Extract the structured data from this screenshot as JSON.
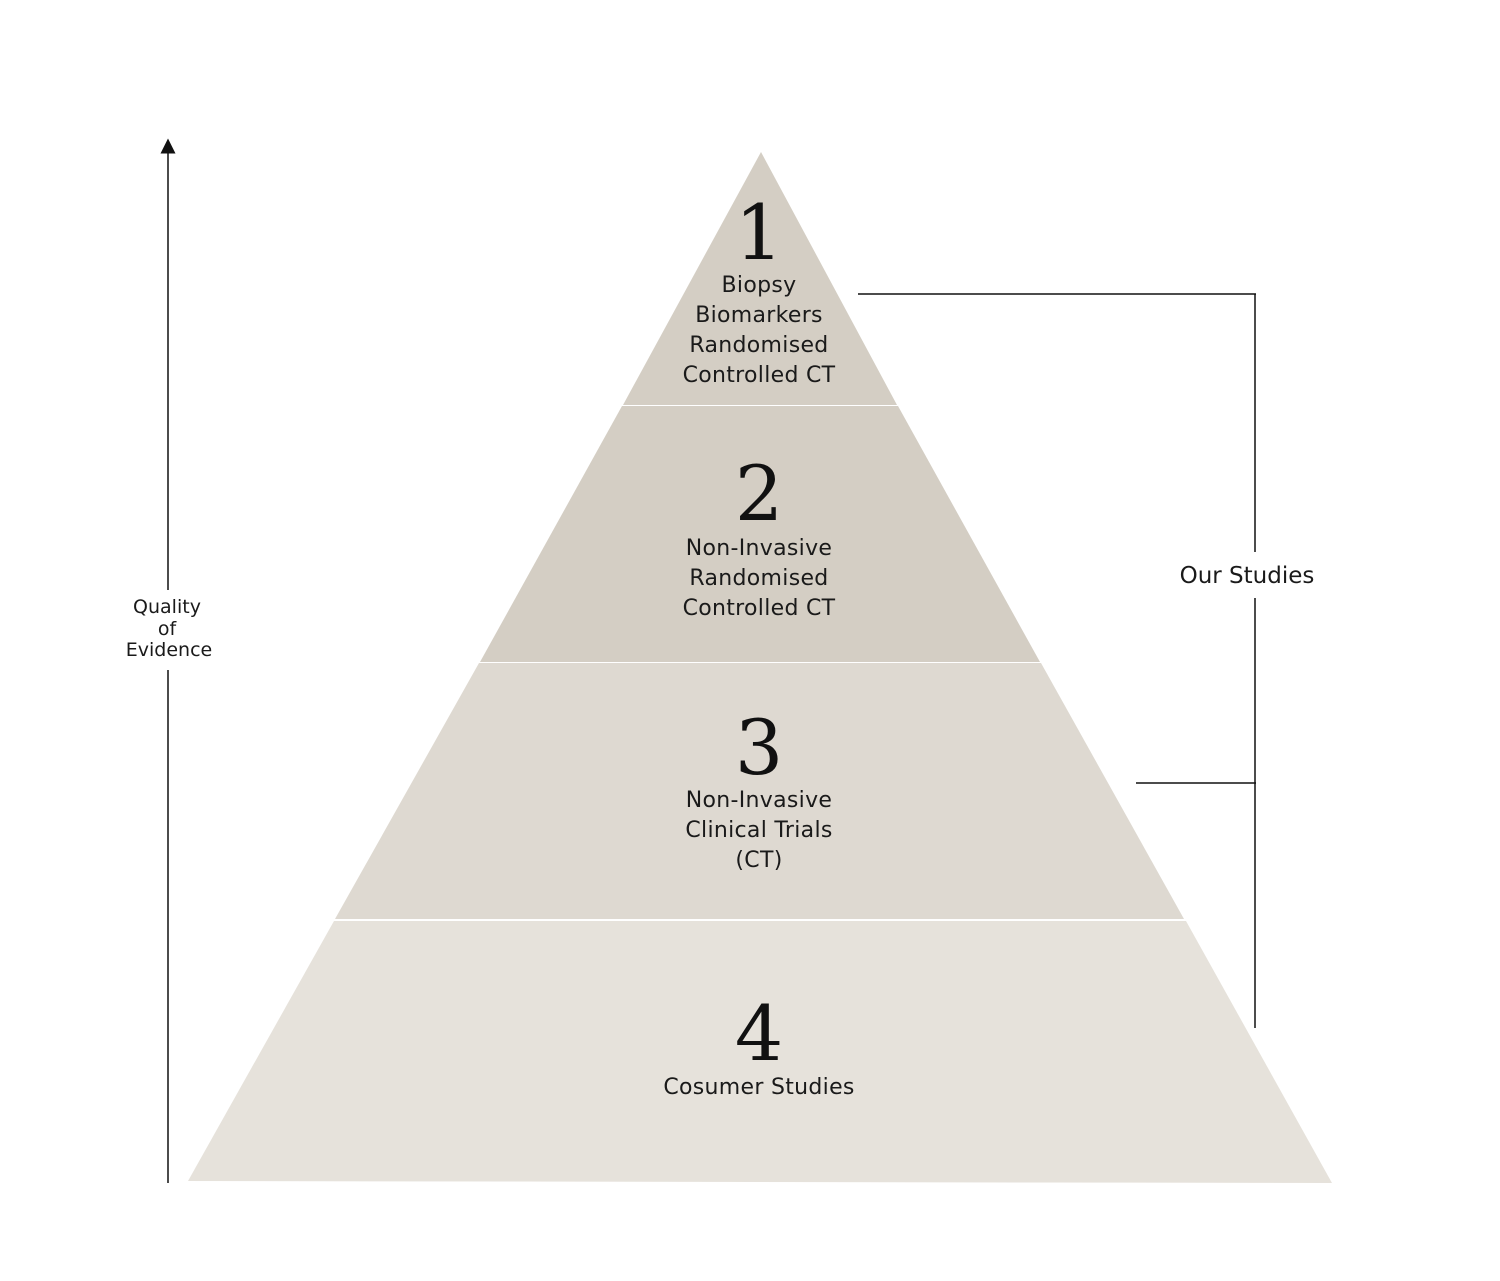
{
  "axis": {
    "label_lines": [
      "Quality",
      "of",
      "Evidence"
    ]
  },
  "tiers": [
    {
      "number": "1",
      "label_lines": [
        "Biopsy",
        "Biomarkers",
        "Randomised",
        "Controlled CT"
      ],
      "color": "#d4cec4"
    },
    {
      "number": "2",
      "label_lines": [
        "Non-Invasive",
        "Randomised",
        "Controlled CT"
      ],
      "color": "#d4cec4"
    },
    {
      "number": "3",
      "label_lines": [
        "Non-Invasive",
        "Clinical Trials",
        "(CT)"
      ],
      "color": "#ded9d1"
    },
    {
      "number": "4",
      "label_lines": [
        "Cosumer Studies"
      ],
      "color": "#e6e2db"
    }
  ],
  "bracket": {
    "label": "Our Studies"
  },
  "colors": {
    "line": "#111111",
    "divider": "#ffffff"
  }
}
